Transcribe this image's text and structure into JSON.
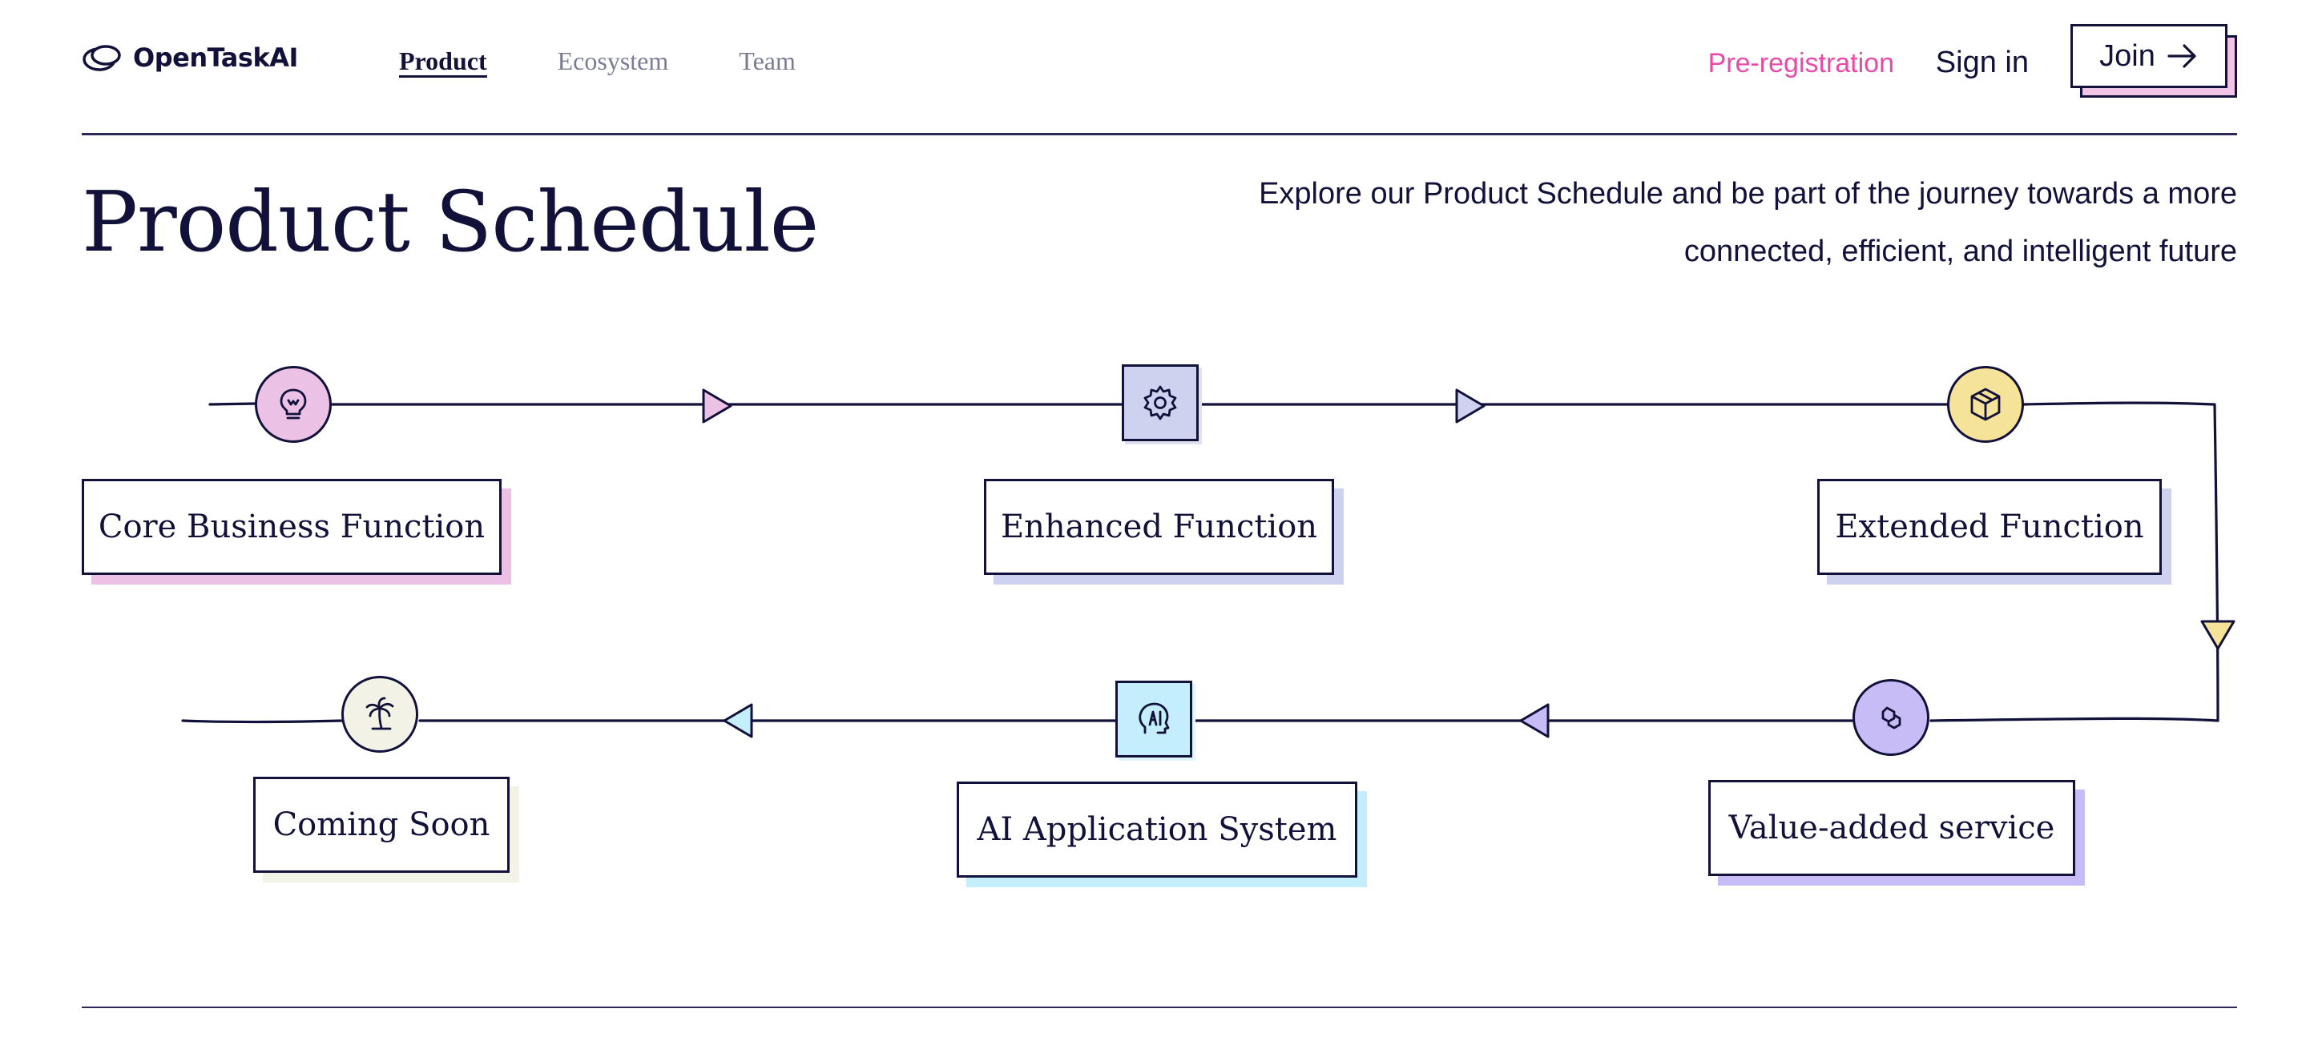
{
  "brand": {
    "name": "OpenTaskAI",
    "logo_icon": "overlapping-ovals-logo"
  },
  "nav": {
    "items": [
      {
        "label": "Product",
        "active": true
      },
      {
        "label": "Ecosystem",
        "active": false
      },
      {
        "label": "Team",
        "active": false
      }
    ]
  },
  "header_actions": {
    "preregistration": "Pre-registration",
    "sign_in": "Sign in",
    "join": "Join",
    "join_icon": "arrow-right-icon"
  },
  "hero": {
    "title": "Product Schedule",
    "tagline_line1": "Explore our Product Schedule and be part of the journey towards a more",
    "tagline_line2": "connected, efficient, and intelligent future"
  },
  "schedule": {
    "stages": [
      {
        "label": "Core Business Function",
        "icon": "lightbulb-icon",
        "color": "#ecc1e6"
      },
      {
        "label": "Enhanced Function",
        "icon": "gear-icon",
        "color": "#cfd2ee"
      },
      {
        "label": "Extended Function",
        "icon": "box-icon",
        "color": "#f6e39a"
      },
      {
        "label": "Value-added service",
        "icon": "polygon-link-icon",
        "color": "#c7bcf5"
      },
      {
        "label": "AI Application System",
        "icon": "ai-head-icon",
        "color": "#c4eefb"
      },
      {
        "label": "Coming Soon",
        "icon": "palm-tree-icon",
        "color": "#f3f2e6"
      }
    ]
  },
  "colors": {
    "ink": "#11113a",
    "accent_pink": "#e94aa8",
    "muted_nav": "#7a7a95"
  }
}
